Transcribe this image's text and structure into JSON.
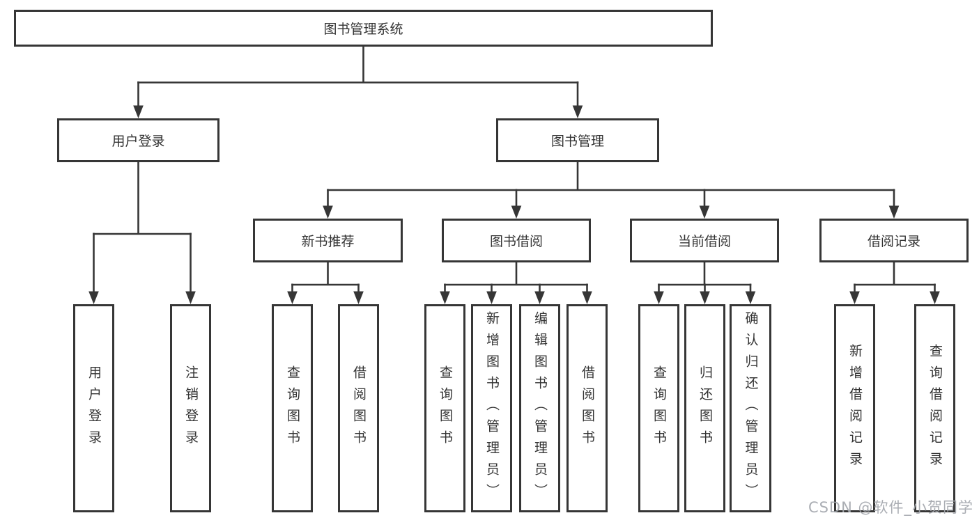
{
  "diagram": {
    "root": {
      "label": "图书管理系统"
    },
    "branches": [
      {
        "label": "用户登录",
        "children": [
          {
            "label": "用户登录"
          },
          {
            "label": "注销登录"
          }
        ]
      },
      {
        "label": "图书管理",
        "groups": [
          {
            "label": "新书推荐",
            "children": [
              {
                "label": "查询图书"
              },
              {
                "label": "借阅图书"
              }
            ]
          },
          {
            "label": "图书借阅",
            "children": [
              {
                "label": "查询图书"
              },
              {
                "label": "新增图书（管理员）"
              },
              {
                "label": "编辑图书（管理员）"
              },
              {
                "label": "借阅图书"
              }
            ]
          },
          {
            "label": "当前借阅",
            "children": [
              {
                "label": "查询图书"
              },
              {
                "label": "归还图书"
              },
              {
                "label": "确认归还（管理员）"
              }
            ]
          },
          {
            "label": "借阅记录",
            "children": [
              {
                "label": "新增借阅记录"
              },
              {
                "label": "查询借阅记录"
              }
            ]
          }
        ]
      }
    ]
  },
  "watermark": {
    "text": "CSDN @软件_小贺同学",
    "color": "#a3a7ad"
  },
  "colors": {
    "line": "#363636",
    "box_border": "#363636",
    "box_fill": "#ffffff",
    "text": "#333333",
    "background": "#ffffff"
  }
}
